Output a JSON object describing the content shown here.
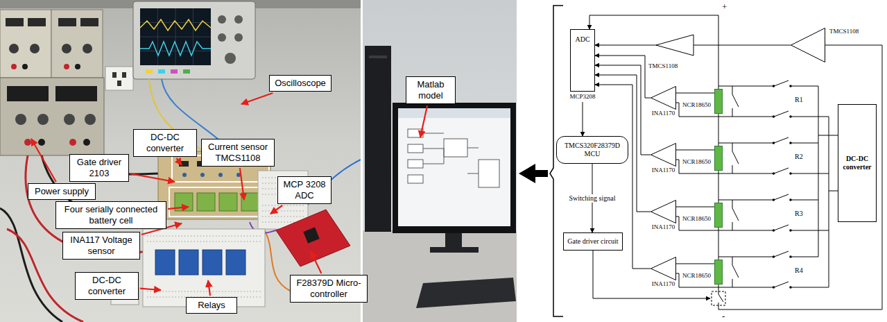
{
  "diagram": {
    "nodes": [
      {
        "text": [
          "Oscilloscope"
        ]
      },
      {
        "text": [
          "Matlab model"
        ]
      },
      {
        "text": [
          "DC-DC converter"
        ]
      },
      {
        "text": [
          "Current sensor TMCS1108"
        ]
      },
      {
        "text": [
          "Gate driver 2103"
        ]
      },
      {
        "text": [
          "MCP 3208 ADC"
        ]
      },
      {
        "text": [
          "Power supply"
        ]
      },
      {
        "text": [
          "Four serially connected battery cell"
        ]
      },
      {
        "text": [
          "INA117 Voltage sensor"
        ]
      },
      {
        "text": [
          "DC-DC converter"
        ]
      },
      {
        "text": [
          "F28379D Micro-controller"
        ]
      },
      {
        "text": [
          "Relays"
        ]
      },
      {
        "text": [
          "ADC",
          "MCP3208"
        ]
      },
      {
        "text": [
          "TMCS1108"
        ]
      },
      {
        "text": [
          "INA1170"
        ]
      },
      {
        "text": [
          "INA1170"
        ]
      },
      {
        "text": [
          "INA1170"
        ]
      },
      {
        "text": [
          "INA1170"
        ]
      },
      {
        "text": [
          "NCR18650"
        ]
      },
      {
        "text": [
          "NCR18650"
        ]
      },
      {
        "text": [
          "NCR18650"
        ]
      },
      {
        "text": [
          "NCR18650"
        ]
      },
      {
        "text": [
          "TMCS320F28379D MCU"
        ]
      },
      {
        "text": [
          "Gate driver circuit"
        ]
      },
      {
        "text": [
          "DC-DC converter"
        ]
      }
    ],
    "edges": [
      {
        "from": 13,
        "to": 12,
        "arrow": "to"
      },
      {
        "from": 14,
        "to": 12,
        "arrow": "to"
      },
      {
        "from": 15,
        "to": 12,
        "arrow": "to"
      },
      {
        "from": 16,
        "to": 12,
        "arrow": "to"
      },
      {
        "from": 17,
        "to": 12,
        "arrow": "to"
      },
      {
        "from": 18,
        "to": 14,
        "arrow": "none"
      },
      {
        "from": 19,
        "to": 15,
        "arrow": "none"
      },
      {
        "from": 20,
        "to": 16,
        "arrow": "none"
      },
      {
        "from": 21,
        "to": 17,
        "arrow": "none"
      },
      {
        "from": 12,
        "to": 22,
        "arrow": "to"
      },
      {
        "from": 22,
        "to": 23,
        "label": "Switching signal",
        "arrow": "to"
      }
    ],
    "labels": [
      "TMCS1108",
      "+",
      "-",
      "R1",
      "R2",
      "R3",
      "R4"
    ]
  }
}
